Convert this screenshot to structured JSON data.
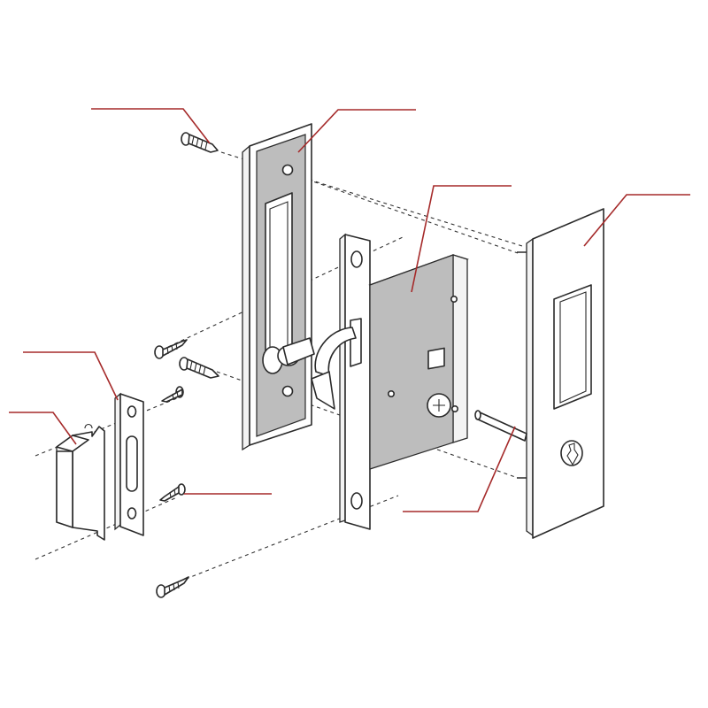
{
  "diagram": {
    "kind": "exploded-view",
    "parts": [
      "screw",
      "inner-pull-plate",
      "faceplate",
      "lock-body",
      "outer-pull-plate",
      "strike-plate",
      "strike-box",
      "spindle"
    ],
    "callout_labels": [],
    "colors": {
      "leader": "#a52a2a",
      "line": "#2a2a2a",
      "fill_grey": "#bdbdbd",
      "background": "#ffffff"
    }
  }
}
